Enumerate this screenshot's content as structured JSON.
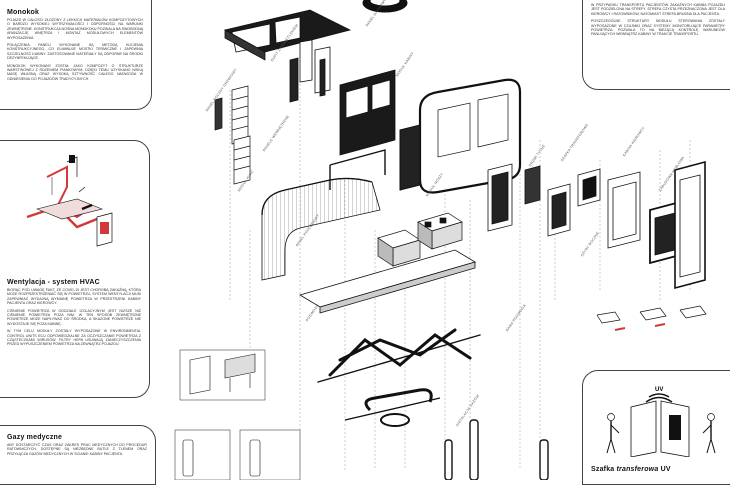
{
  "panels": {
    "monokok": {
      "title": "Monokok",
      "paragraphs": [
        "Pojazd w całości złożony z lekkich materiałów kompozytowych o bardzo wysokiej wytrzymałości i odporności na warunki zewnętrzne. Konstrukcja nośna monokoku pozwala na swobodną aranżację wnętrza i montaż modułowych elementów wyposażenia.",
        "Połączenia paneli wykonane są metodą klejenia konstrukcyjnego, co eliminuje mostki termiczne i zapewnia szczelność kabiny. Zastosowane materiały są odporne na środki dezynfekujące.",
        "Monokok wykonany został jako kompozyt o strukturze warstwowej z rdzeniem piankowym. Dzięki temu uzyskano niską masę własną oraz wysoką sztywność całego nadwozia w odniesieniu do pojazdów tradycyjnych."
      ]
    },
    "hvac": {
      "title": "Wentylacja - system HVAC",
      "paragraphs": [
        "Biorąc pod uwagę fakt, że COVID-19 jest chorobą zakaźną, która może rozprzestrzeniać się w powietrzu, system wentylacji musi zapewniać wydajną wymianę powietrza w przestrzeni kabiny pacjenta oraz kierowcy.",
        "Ciśnienie powietrza w oddziale izolacyjnym jest niższe niż ciśnienie powietrza poza nim. W ten sposób zewnętrzne powietrze może napływać do środka, a skażone powietrze nie wydostaje się poza kabinę.",
        "W tym celu moduły zostały wyposażone w Environmental Control Units ECU odpowiedzialne za oczyszczanie powietrza z cząsteczkami wirusów. Filtry HEPA usuwają zanieczyszczenia przed wypuszczeniem powietrza na zewnątrz pojazdu."
      ]
    },
    "gazy": {
      "title": "Gazy medyczne",
      "paragraphs": [
        "Aby dostarczyć czas oraz zakres prac medycznych do procedur ratowniczych, dostępne są niezbędne butle z tlenem oraz przyłącza gazów medycznych w ścianie kabiny pacjenta."
      ]
    },
    "top_right": {
      "paragraphs": [
        "W przypadku transportu pacjentów zakaźnych kabina pojazdu jest podzielona na strefy. Strefa czysta przeznaczona jest dla kierowcy i ratowników, natomiast strefa brudna dla pacjenta.",
        "Poszczególne struktury modułu sterowania zostały wyposażone w czujniki oraz systemy monitorujące parametry powietrza. Pozwala to na bieżącą kontrolę warunków panujących wewnątrz kabiny w trakcie transportu."
      ]
    },
    "uv": {
      "title_plain": "Szafka ",
      "title_em": "transferowa",
      "title_end": " UV",
      "icon_label": "UV"
    }
  },
  "annotations": [
    "Panel boczny drzwiowy",
    "Panele wewnętrzne",
    "Panel podłogowy",
    "Moduł kabiny",
    "Drzwi tylne",
    "Szafka transferowa",
    "Kabina kierowcy",
    "Zabudowa meblowa",
    "Podwozie",
    "Moduł noszy",
    "Rama podwozia",
    "Instalacja gazów",
    "Sufit z oświetleniem",
    "Panel dachowy",
    "Szyby boczne",
    "Moduł HVAC"
  ],
  "colors": {
    "accent_red": "#d23a3a",
    "line": "#222222",
    "dash": "#9a9a9a"
  }
}
